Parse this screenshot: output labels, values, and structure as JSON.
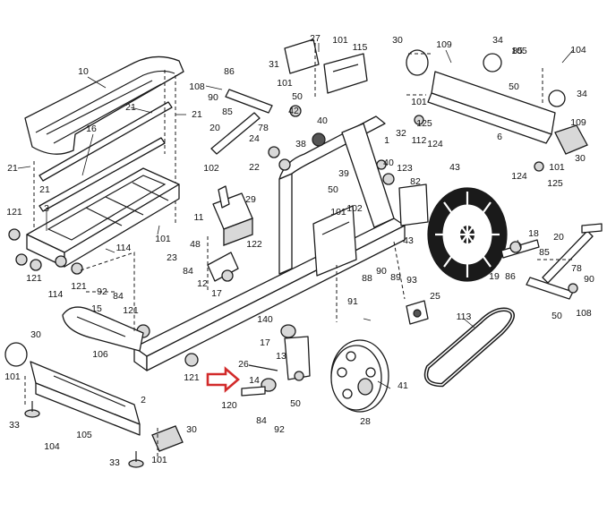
{
  "diagram": {
    "highlight_color": "#d22b2b",
    "highlighted_part": "120",
    "callouts": [
      {
        "id": "c10",
        "text": "10"
      },
      {
        "id": "c16",
        "text": "16"
      },
      {
        "id": "c21a",
        "text": "21"
      },
      {
        "id": "c21b",
        "text": "21"
      },
      {
        "id": "c21c",
        "text": "21"
      },
      {
        "id": "c21d",
        "text": "21"
      },
      {
        "id": "c3",
        "text": "3"
      },
      {
        "id": "c121a",
        "text": "121"
      },
      {
        "id": "c121b",
        "text": "121"
      },
      {
        "id": "c121c",
        "text": "121"
      },
      {
        "id": "c121d",
        "text": "121"
      },
      {
        "id": "c121e",
        "text": "121"
      },
      {
        "id": "c114a",
        "text": "114"
      },
      {
        "id": "c114b",
        "text": "114"
      },
      {
        "id": "c101a",
        "text": "101"
      },
      {
        "id": "c101b",
        "text": "101"
      },
      {
        "id": "c101c",
        "text": "101"
      },
      {
        "id": "c101d",
        "text": "101"
      },
      {
        "id": "c101e",
        "text": "101"
      },
      {
        "id": "c101f",
        "text": "101"
      },
      {
        "id": "c101g",
        "text": "101"
      },
      {
        "id": "c101h",
        "text": "101"
      },
      {
        "id": "c108a",
        "text": "108"
      },
      {
        "id": "c108b",
        "text": "108"
      },
      {
        "id": "c90a",
        "text": "90"
      },
      {
        "id": "c90b",
        "text": "90"
      },
      {
        "id": "c90c",
        "text": "90"
      },
      {
        "id": "c86a",
        "text": "86"
      },
      {
        "id": "c86b",
        "text": "86"
      },
      {
        "id": "c85a",
        "text": "85"
      },
      {
        "id": "c85b",
        "text": "85"
      },
      {
        "id": "c85c",
        "text": "85"
      },
      {
        "id": "c20a",
        "text": "20"
      },
      {
        "id": "c20b",
        "text": "20"
      },
      {
        "id": "c78a",
        "text": "78"
      },
      {
        "id": "c78b",
        "text": "78"
      },
      {
        "id": "c24",
        "text": "24"
      },
      {
        "id": "c38",
        "text": "38"
      },
      {
        "id": "c22",
        "text": "22"
      },
      {
        "id": "c102a",
        "text": "102"
      },
      {
        "id": "c102b",
        "text": "102"
      },
      {
        "id": "c29",
        "text": "29"
      },
      {
        "id": "c11",
        "text": "11"
      },
      {
        "id": "c48",
        "text": "48"
      },
      {
        "id": "c122",
        "text": "122"
      },
      {
        "id": "c23",
        "text": "23"
      },
      {
        "id": "c84a",
        "text": "84"
      },
      {
        "id": "c84b",
        "text": "84"
      },
      {
        "id": "c84c",
        "text": "84"
      },
      {
        "id": "c12",
        "text": "12"
      },
      {
        "id": "c17a",
        "text": "17"
      },
      {
        "id": "c17b",
        "text": "17"
      },
      {
        "id": "c27",
        "text": "27"
      },
      {
        "id": "c31",
        "text": "31"
      },
      {
        "id": "c115",
        "text": "115"
      },
      {
        "id": "c50a",
        "text": "50"
      },
      {
        "id": "c50b",
        "text": "50"
      },
      {
        "id": "c50c",
        "text": "50"
      },
      {
        "id": "c50d",
        "text": "50"
      },
      {
        "id": "c50e",
        "text": "50"
      },
      {
        "id": "c42",
        "text": "42"
      },
      {
        "id": "c40a",
        "text": "40"
      },
      {
        "id": "c40b",
        "text": "40"
      },
      {
        "id": "c1",
        "text": "1"
      },
      {
        "id": "c39",
        "text": "39"
      },
      {
        "id": "c32",
        "text": "32"
      },
      {
        "id": "c112",
        "text": "112"
      },
      {
        "id": "c123",
        "text": "123"
      },
      {
        "id": "c82",
        "text": "82"
      },
      {
        "id": "c43a",
        "text": "43"
      },
      {
        "id": "c43b",
        "text": "43"
      },
      {
        "id": "c30a",
        "text": "30"
      },
      {
        "id": "c30b",
        "text": "30"
      },
      {
        "id": "c30c",
        "text": "30"
      },
      {
        "id": "c30d",
        "text": "30"
      },
      {
        "id": "c109a",
        "text": "109"
      },
      {
        "id": "c109b",
        "text": "109"
      },
      {
        "id": "c34a",
        "text": "34"
      },
      {
        "id": "c34b",
        "text": "34"
      },
      {
        "id": "c104a",
        "text": "104"
      },
      {
        "id": "c104b",
        "text": "104"
      },
      {
        "id": "c105a",
        "text": "105"
      },
      {
        "id": "c105b",
        "text": "105"
      },
      {
        "id": "c125a",
        "text": "125"
      },
      {
        "id": "c125b",
        "text": "125"
      },
      {
        "id": "c124a",
        "text": "124"
      },
      {
        "id": "c124b",
        "text": "124"
      },
      {
        "id": "c6",
        "text": "6"
      },
      {
        "id": "c19",
        "text": "19"
      },
      {
        "id": "c18",
        "text": "18"
      },
      {
        "id": "c88",
        "text": "88"
      },
      {
        "id": "c89",
        "text": "89"
      },
      {
        "id": "c91",
        "text": "91"
      },
      {
        "id": "c93",
        "text": "93"
      },
      {
        "id": "c25",
        "text": "25"
      },
      {
        "id": "c113",
        "text": "113"
      },
      {
        "id": "c92a",
        "text": "92"
      },
      {
        "id": "c92b",
        "text": "92"
      },
      {
        "id": "c15",
        "text": "15"
      },
      {
        "id": "c140",
        "text": "140"
      },
      {
        "id": "c13",
        "text": "13"
      },
      {
        "id": "c26",
        "text": "26"
      },
      {
        "id": "c14",
        "text": "14"
      },
      {
        "id": "c120",
        "text": "120"
      },
      {
        "id": "c41",
        "text": "41"
      },
      {
        "id": "c28",
        "text": "28"
      },
      {
        "id": "c2",
        "text": "2"
      },
      {
        "id": "c106",
        "text": "106"
      },
      {
        "id": "c33a",
        "text": "33"
      },
      {
        "id": "c33b",
        "text": "33"
      }
    ]
  }
}
